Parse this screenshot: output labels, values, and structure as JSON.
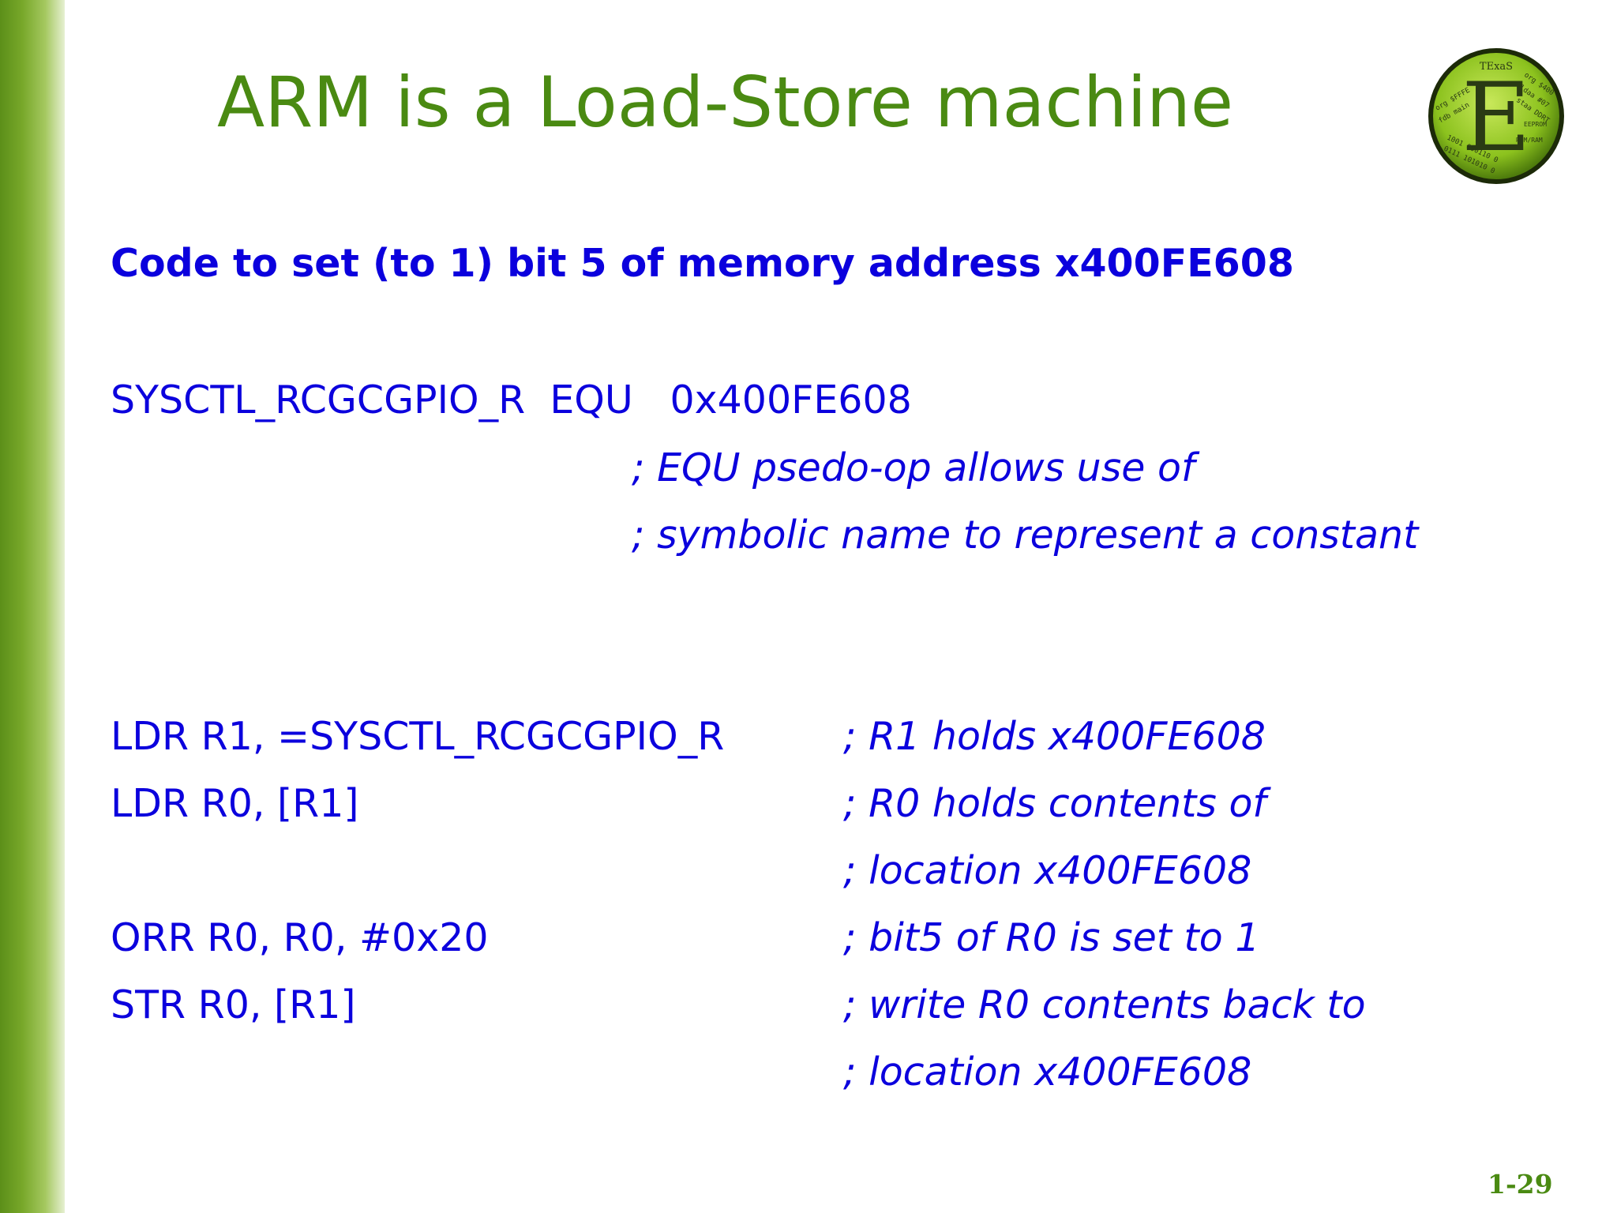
{
  "slide": {
    "title": "ARM is a Load-Store machine",
    "subtitle": "Code to set (to 1) bit 5 of memory address x400FE608",
    "slide_number": "1-29"
  },
  "logo": {
    "letter": "E",
    "ring_text_top": "TExaS",
    "ring_text_left": "org $FFFE",
    "ring_text_left2": "fdb main",
    "ring_text_right": "org $400",
    "ring_text_right2": "ldaa #07",
    "ring_text_right3": "staa DDRT",
    "ring_text_eeprom": "EEPROM",
    "ring_text_rom": "ROM/RAM",
    "ring_text_bottom1": "1001 000110 0",
    "ring_text_bottom2": "0111 101010 0"
  },
  "equ": {
    "code": "SYSCTL_RCGCGPIO_R  EQU   0x400FE608",
    "comment1": "; EQU psedo-op allows use of",
    "comment2": "; symbolic name to represent a constant"
  },
  "instructions": [
    {
      "code": "LDR R1, =SYSCTL_RCGCGPIO_R",
      "comment": "; R1 holds x400FE608"
    },
    {
      "code": "LDR R0, [R1]",
      "comment": "; R0 holds contents of"
    },
    {
      "code": "",
      "comment": "; location x400FE608"
    },
    {
      "code": "ORR R0, R0, #0x20",
      "comment": "; bit5 of R0 is set to 1"
    },
    {
      "code": "STR R0, [R1]",
      "comment": "; write R0 contents back to"
    },
    {
      "code": "",
      "comment": "; location x400FE608"
    }
  ],
  "colors": {
    "title_green": "#4a8a12",
    "code_blue": "#0b00dd",
    "sidebar_green": "#5c8f19"
  }
}
